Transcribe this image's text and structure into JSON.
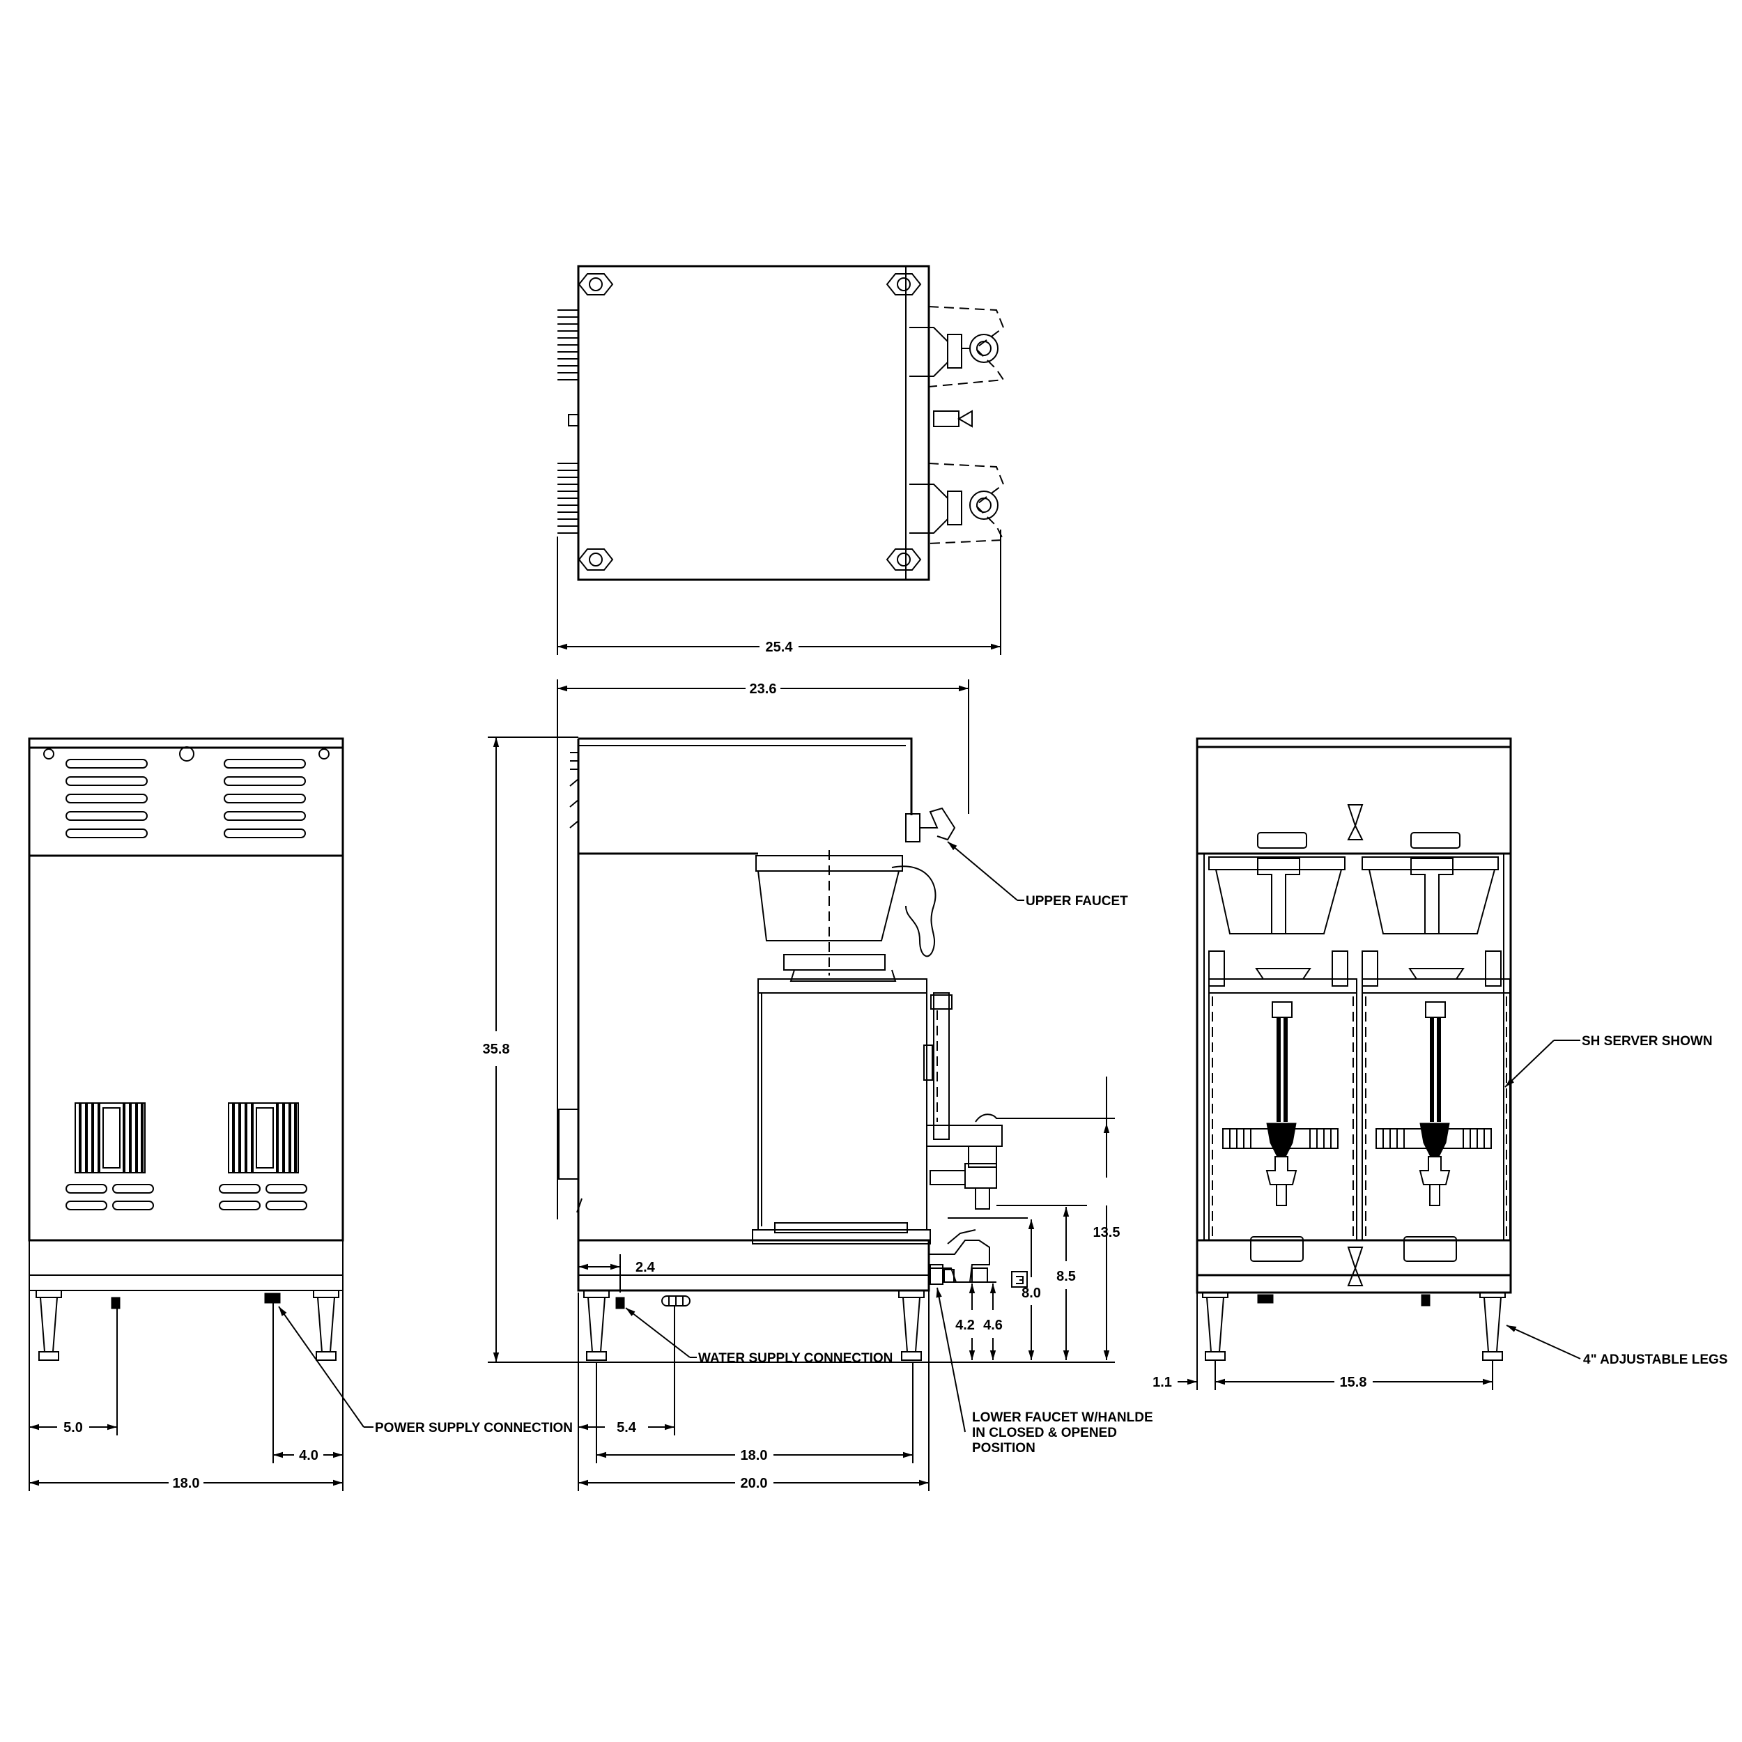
{
  "top_view": {
    "width_dim": "25.4"
  },
  "side_view": {
    "depth_dim": "23.6",
    "height_dim": "35.8",
    "base_offset_dim": "2.4",
    "water_offset_dim": "5.4",
    "leg_span_dim": "18.0",
    "overall_depth_dim": "20.0",
    "h_13_5": "13.5",
    "h_8_5": "8.5",
    "h_8_0": "8.0",
    "h_4_6": "4.6",
    "h_4_2": "4.2",
    "labels": {
      "upper_faucet": "UPPER FAUCET",
      "water_supply": "WATER SUPPLY CONNECTION",
      "lower_faucet_1": "LOWER FAUCET W/HANLDE",
      "lower_faucet_2": "IN CLOSED & OPENED",
      "lower_faucet_3": "POSITION"
    }
  },
  "rear_view": {
    "offset_left_dim": "5.0",
    "offset_right_dim": "4.0",
    "width_dim": "18.0",
    "power_label": "POWER SUPPLY CONNECTION"
  },
  "front_view": {
    "edge_dim": "1.1",
    "leg_span_dim": "15.8",
    "server_label": "SH SERVER SHOWN",
    "legs_label": "4\" ADJUSTABLE LEGS"
  }
}
